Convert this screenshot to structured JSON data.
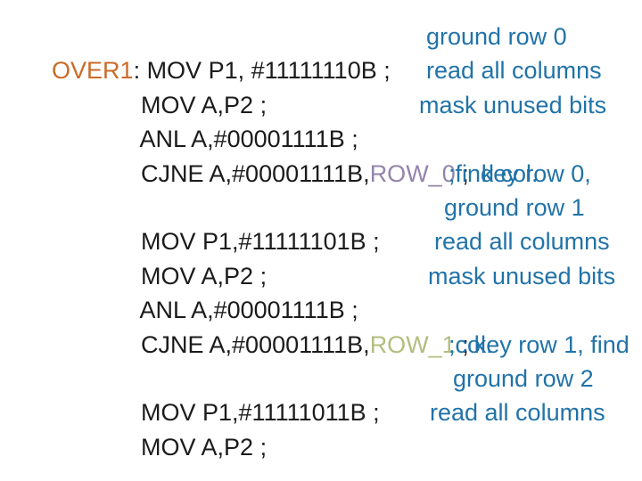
{
  "slide": {
    "type": "presentation-slide",
    "topic": "8051 assembly keypad scanning routine",
    "background_color": "#ffffff"
  },
  "colors": {
    "instruction_text": "#1b1b1b",
    "label_orange": "#ca6b29",
    "comment_blue": "#2173a8",
    "row0_ref_purple": "#9484ab",
    "row1_ref_olive": "#b2bd7e"
  },
  "lines": [
    {
      "label": "OVER1",
      "code": ": MOV P1, #11111110B ;",
      "comment": "ground row 0"
    },
    {
      "code": "MOV A,P2 ;",
      "comment": "read all columns"
    },
    {
      "code": "ANL A,#00001111B ;",
      "comment": "mask unused bits"
    },
    {
      "code": "CJNE A,#00001111B,",
      "ref": "ROW_0",
      "semi": " ;",
      "comment": "key row 0,"
    },
    {
      "comment": ";find col."
    },
    {
      "code": "MOV P1,#11111101B ;",
      "comment": "ground row 1"
    },
    {
      "code": "MOV A,P2 ;",
      "comment": "read all columns"
    },
    {
      "code": "ANL A,#00001111B ;",
      "comment": "mask unused bits"
    },
    {
      "code": "CJNE A,#00001111B,",
      "ref": "ROW_1",
      "semi": " ;",
      "comment": "key row 1, find"
    },
    {
      "comment": ";col."
    },
    {
      "code": "MOV P1,#11111011B ;",
      "comment": "ground row 2"
    },
    {
      "code": "MOV A,P2 ;",
      "comment": "read all columns"
    }
  ]
}
